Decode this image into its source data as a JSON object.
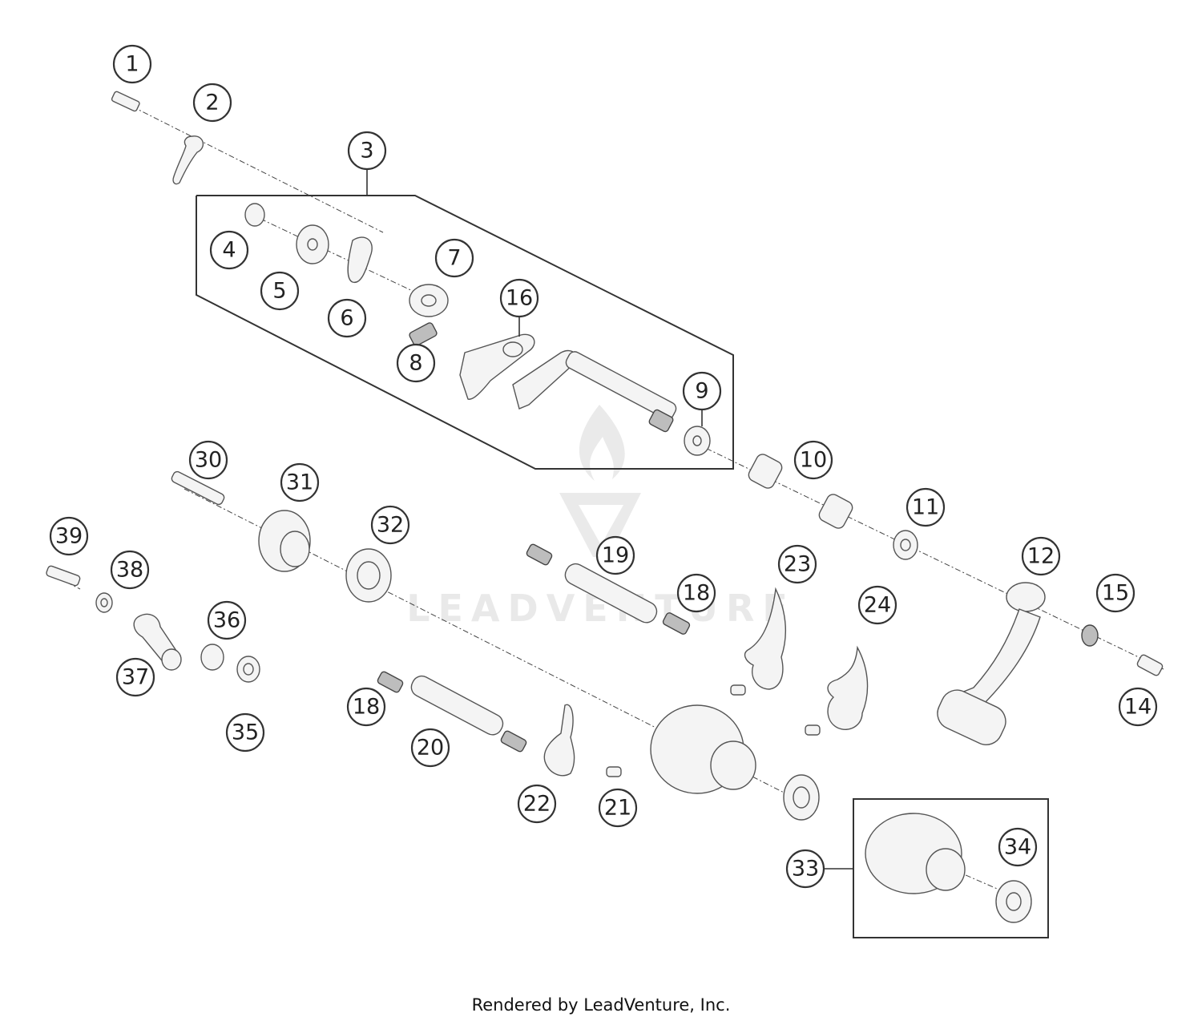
{
  "watermark": "LEADVENTURE",
  "footer": "Rendered by LeadVenture, Inc.",
  "callouts": [
    "1",
    "2",
    "3",
    "4",
    "5",
    "6",
    "7",
    "8",
    "9",
    "10",
    "11",
    "12",
    "14",
    "15",
    "16",
    "18",
    "18",
    "19",
    "20",
    "21",
    "22",
    "23",
    "24",
    "30",
    "31",
    "32",
    "33",
    "34",
    "35",
    "36",
    "37",
    "38",
    "39"
  ]
}
